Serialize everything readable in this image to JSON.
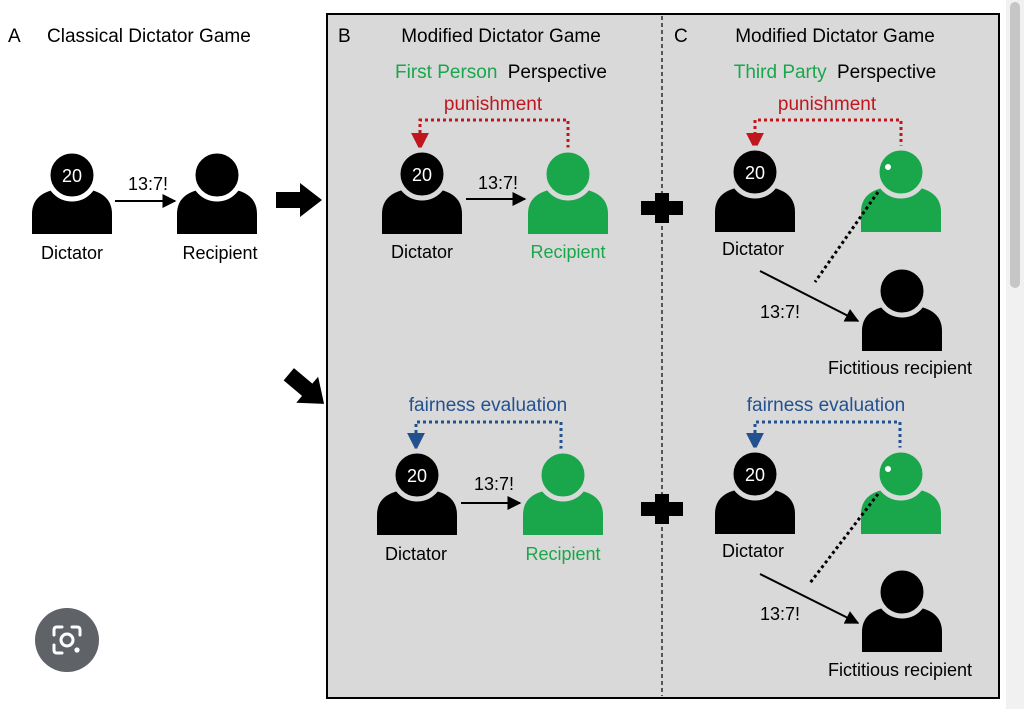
{
  "panel_a": {
    "letter": "A",
    "title": "Classical Dictator Game",
    "dictator_label": "Dictator",
    "recipient_label": "Recipient",
    "offer": "13:7!",
    "endowment": "20"
  },
  "panel_b": {
    "letter": "B",
    "title": "Modified Dictator Game",
    "subtitle_green": "First Person",
    "subtitle_black": "Perspective",
    "punishment_label": "punishment",
    "fairness_label": "fairness evaluation",
    "offer": "13:7!",
    "endowment": "20",
    "dictator_label": "Dictator",
    "recipient_label": "Recipient"
  },
  "panel_c": {
    "letter": "C",
    "title": "Modified Dictator Game",
    "subtitle_green": "Third Party",
    "subtitle_black": "Perspective",
    "punishment_label": "punishment",
    "fairness_label": "fairness evaluation",
    "offer": "13:7!",
    "endowment": "20",
    "dictator_label": "Dictator",
    "fictitious_label": "Fictitious recipient"
  },
  "colors": {
    "panel_bg": "#d9d9d9",
    "green": "#1aa64a",
    "red": "#c0171f",
    "blue": "#23518f",
    "black": "#000000"
  },
  "icons": {
    "lens_button": "google-lens-icon"
  }
}
